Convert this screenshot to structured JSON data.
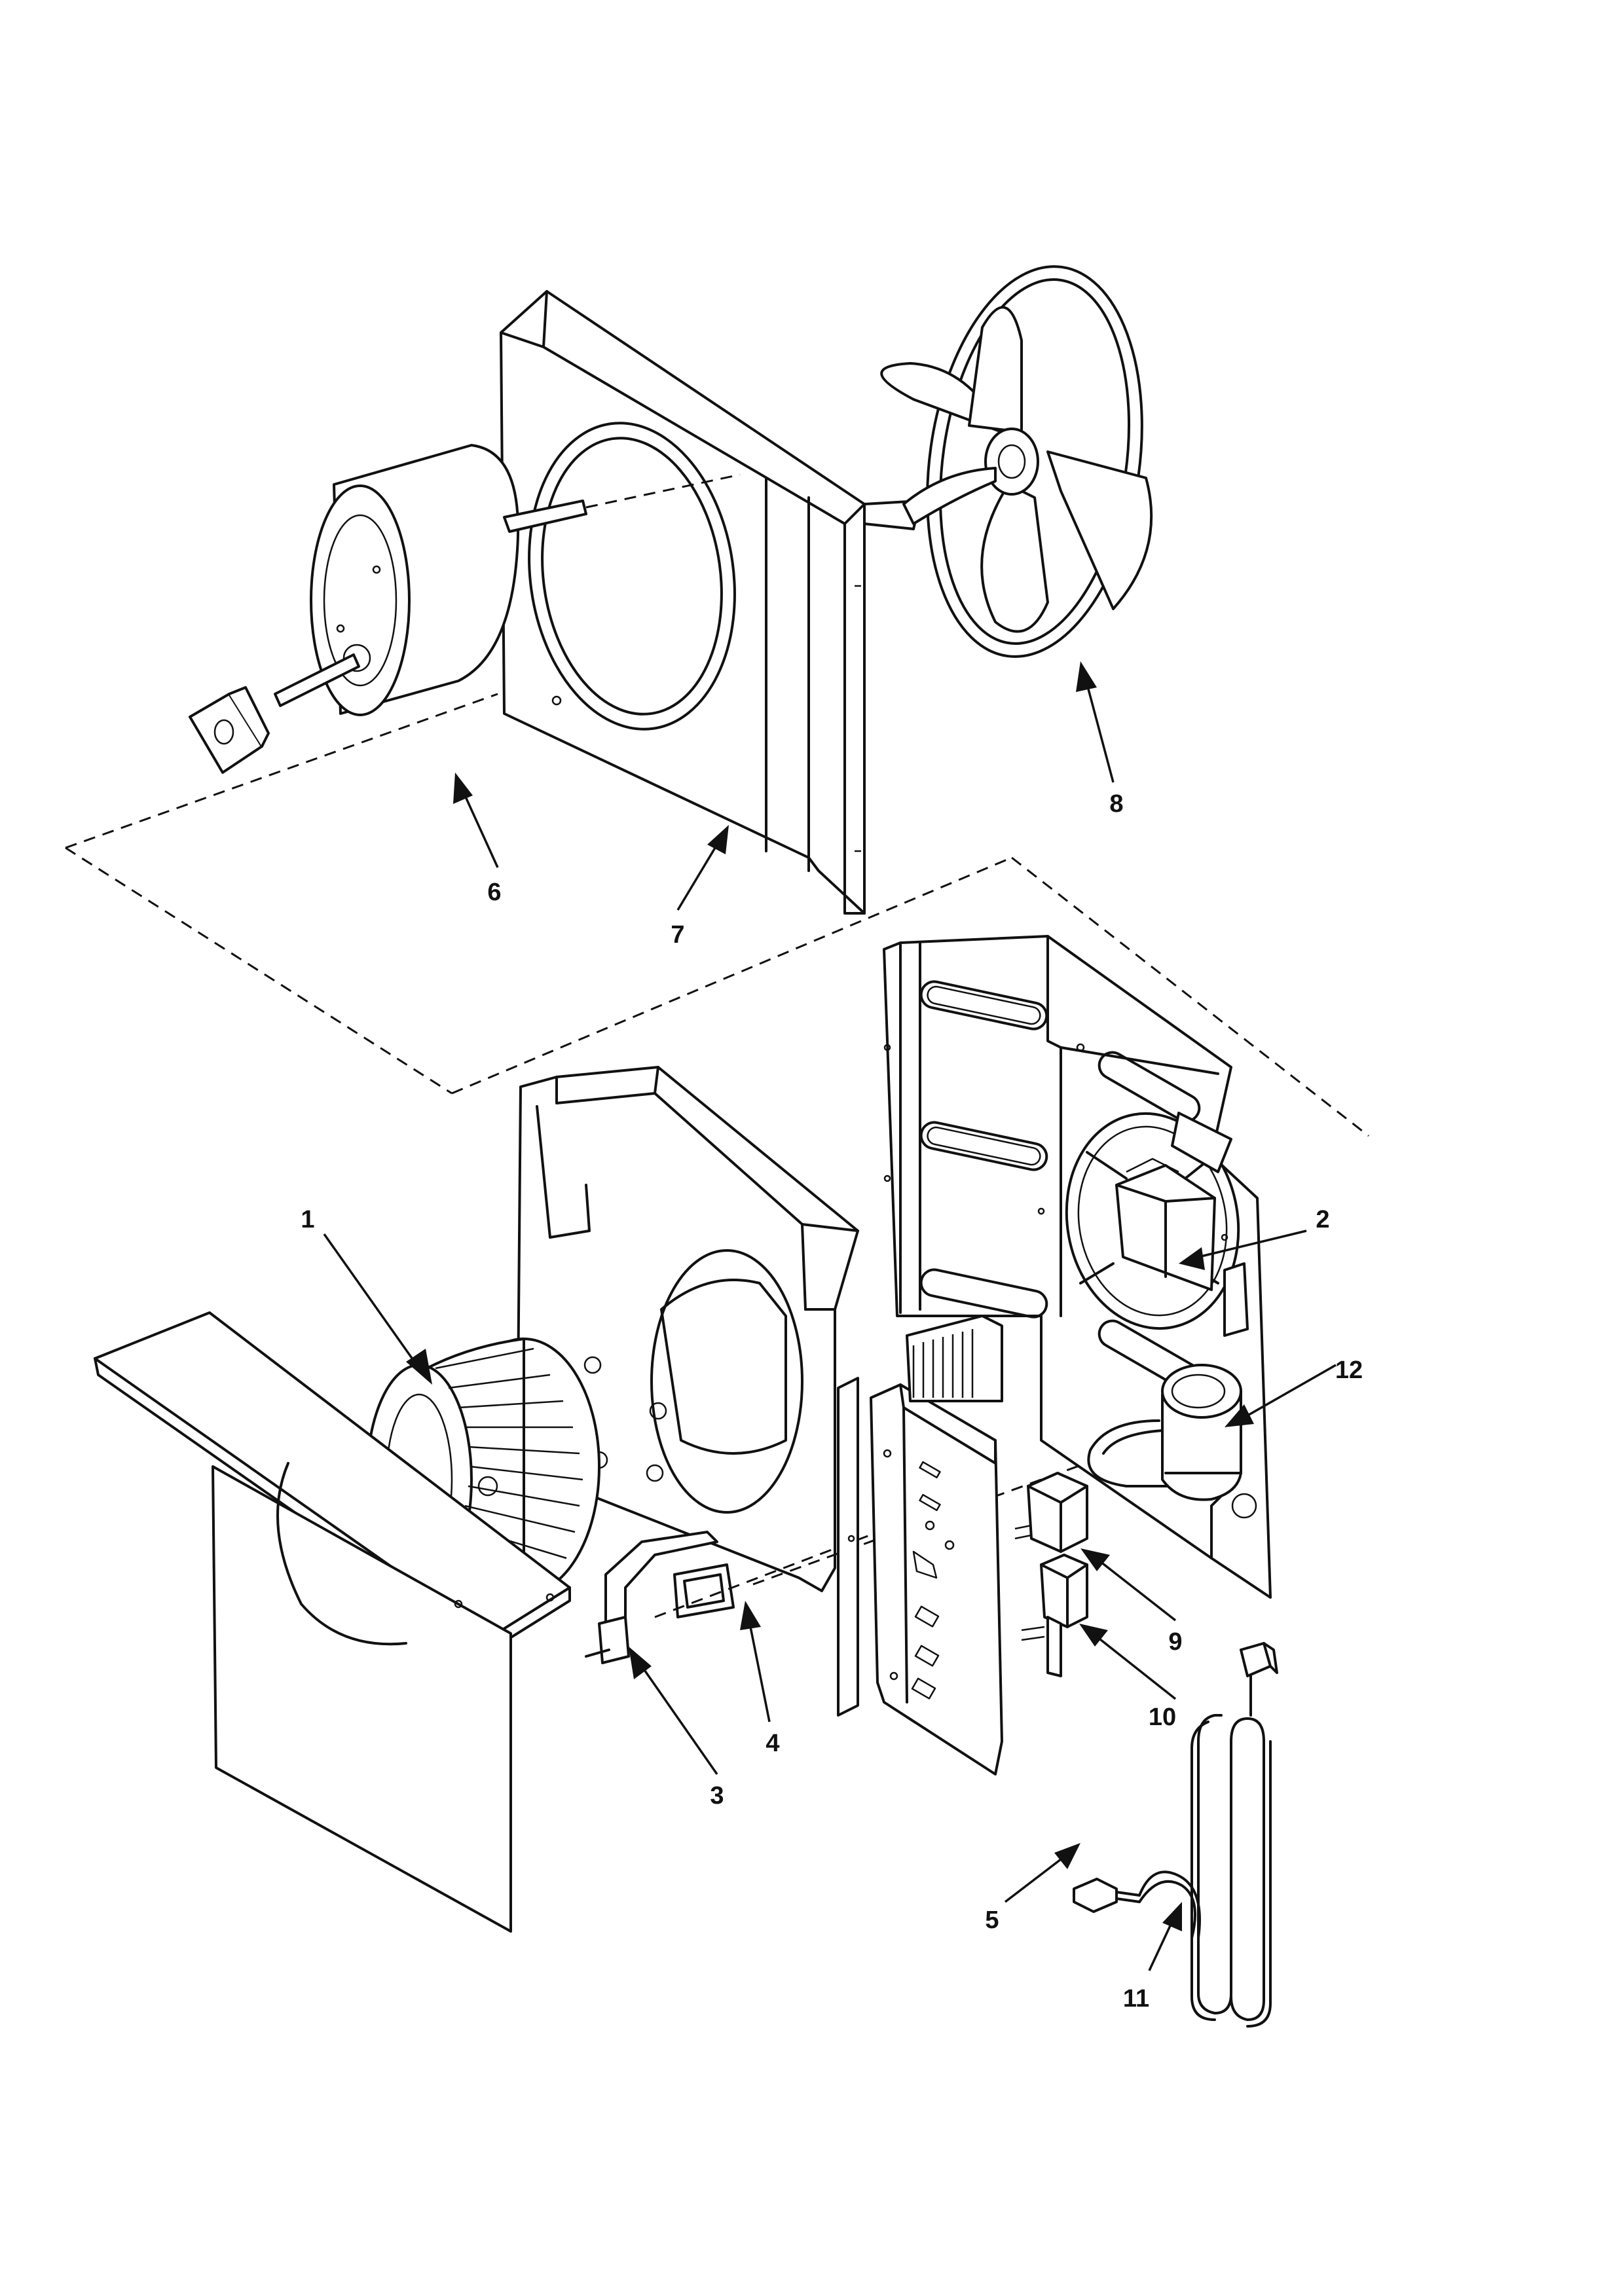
{
  "callouts": [
    {
      "id": "c1",
      "label": "1"
    },
    {
      "id": "c2",
      "label": "2"
    },
    {
      "id": "c3",
      "label": "3"
    },
    {
      "id": "c4",
      "label": "4"
    },
    {
      "id": "c5",
      "label": "5"
    },
    {
      "id": "c6",
      "label": "6"
    },
    {
      "id": "c7",
      "label": "7"
    },
    {
      "id": "c8",
      "label": "8"
    },
    {
      "id": "c9",
      "label": "9"
    },
    {
      "id": "c10",
      "label": "10"
    },
    {
      "id": "c11",
      "label": "11"
    },
    {
      "id": "c12",
      "label": "12"
    }
  ],
  "colors": {
    "line": "#111111",
    "background": "#ffffff"
  }
}
